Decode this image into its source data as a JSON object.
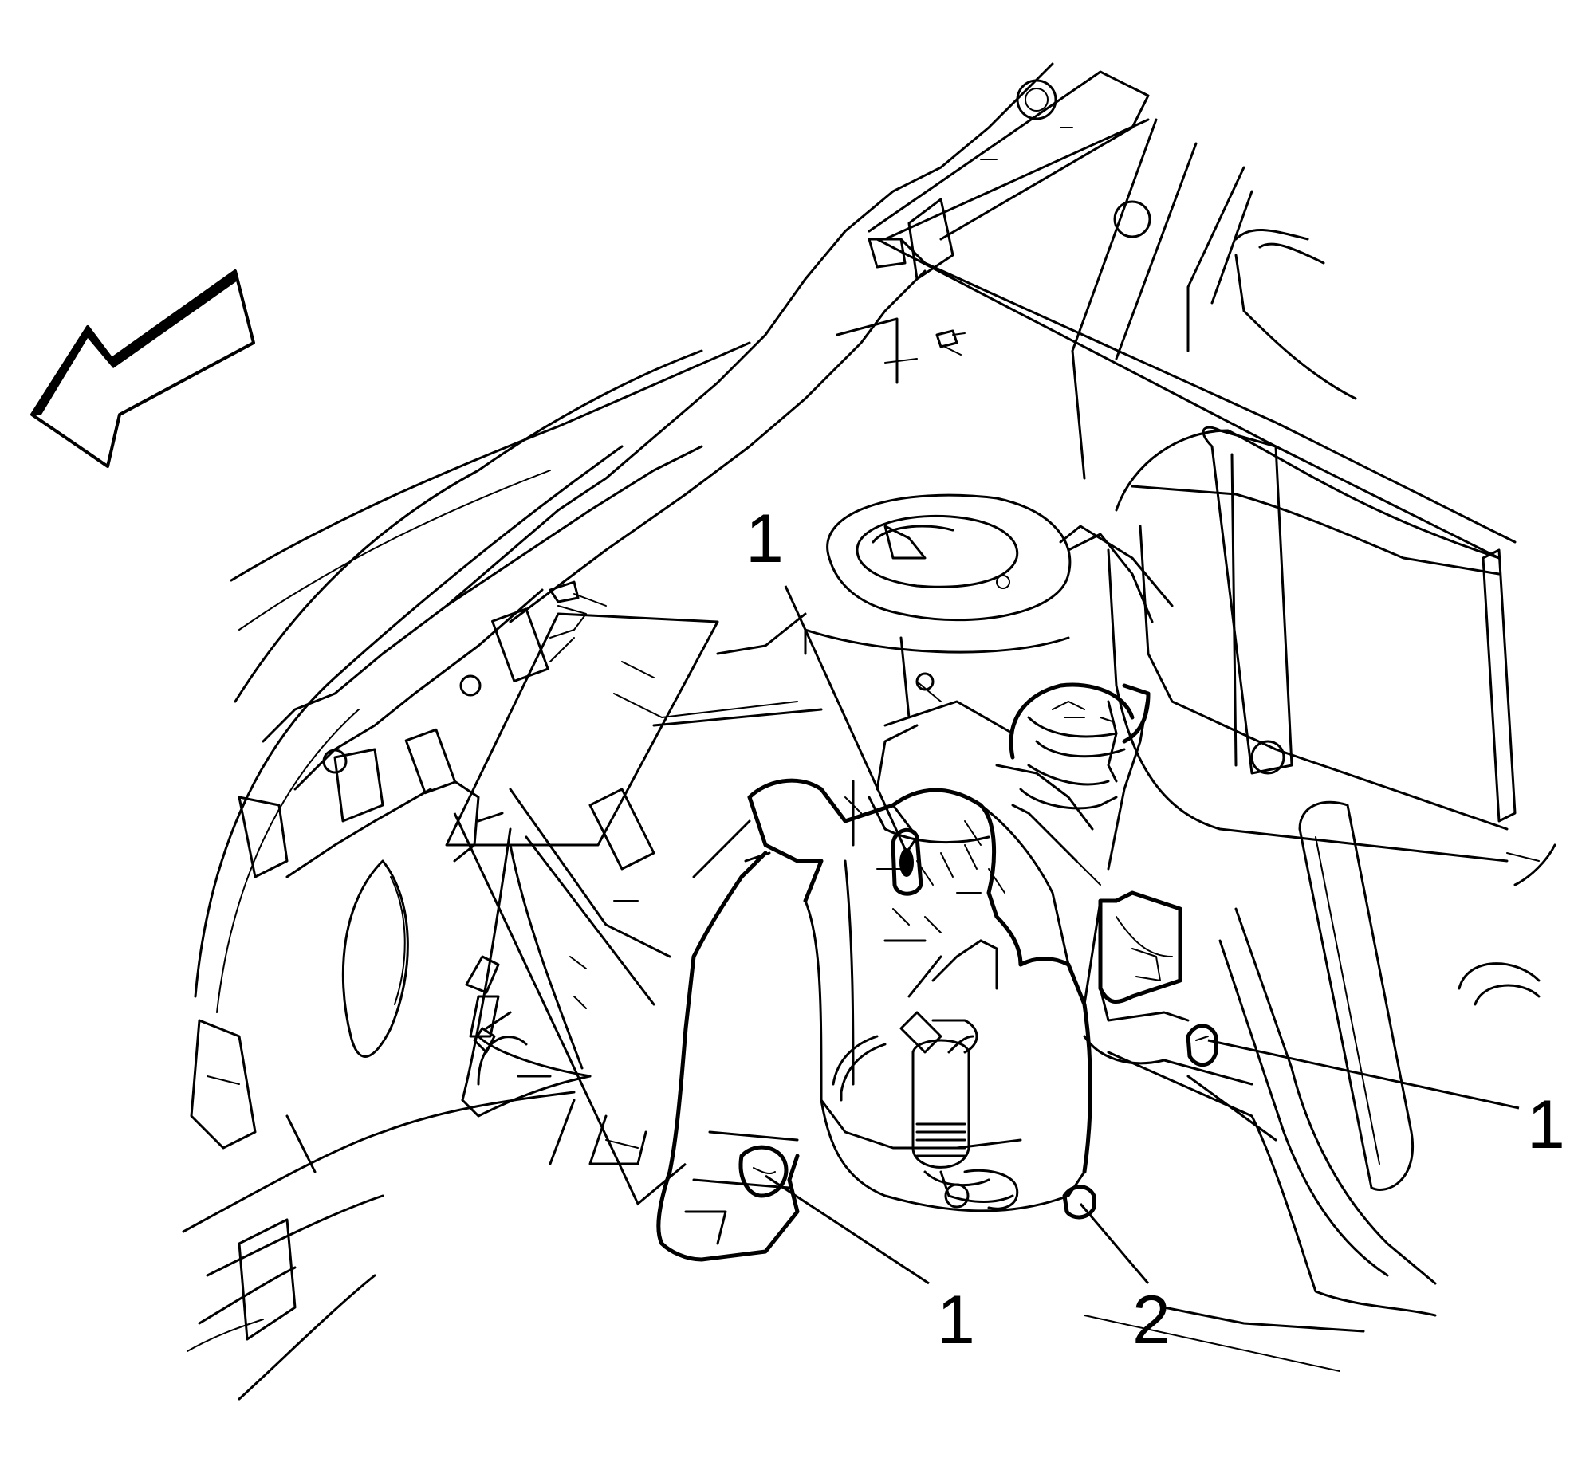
{
  "colors": {
    "line": "#000000",
    "background": "#ffffff"
  },
  "icons": {
    "direction_arrow": "front-of-vehicle-arrow-icon"
  },
  "callouts": [
    {
      "id": "c1a",
      "text": "1"
    },
    {
      "id": "c1b",
      "text": "1"
    },
    {
      "id": "c1c",
      "text": "1"
    },
    {
      "id": "c2",
      "text": "2"
    }
  ]
}
